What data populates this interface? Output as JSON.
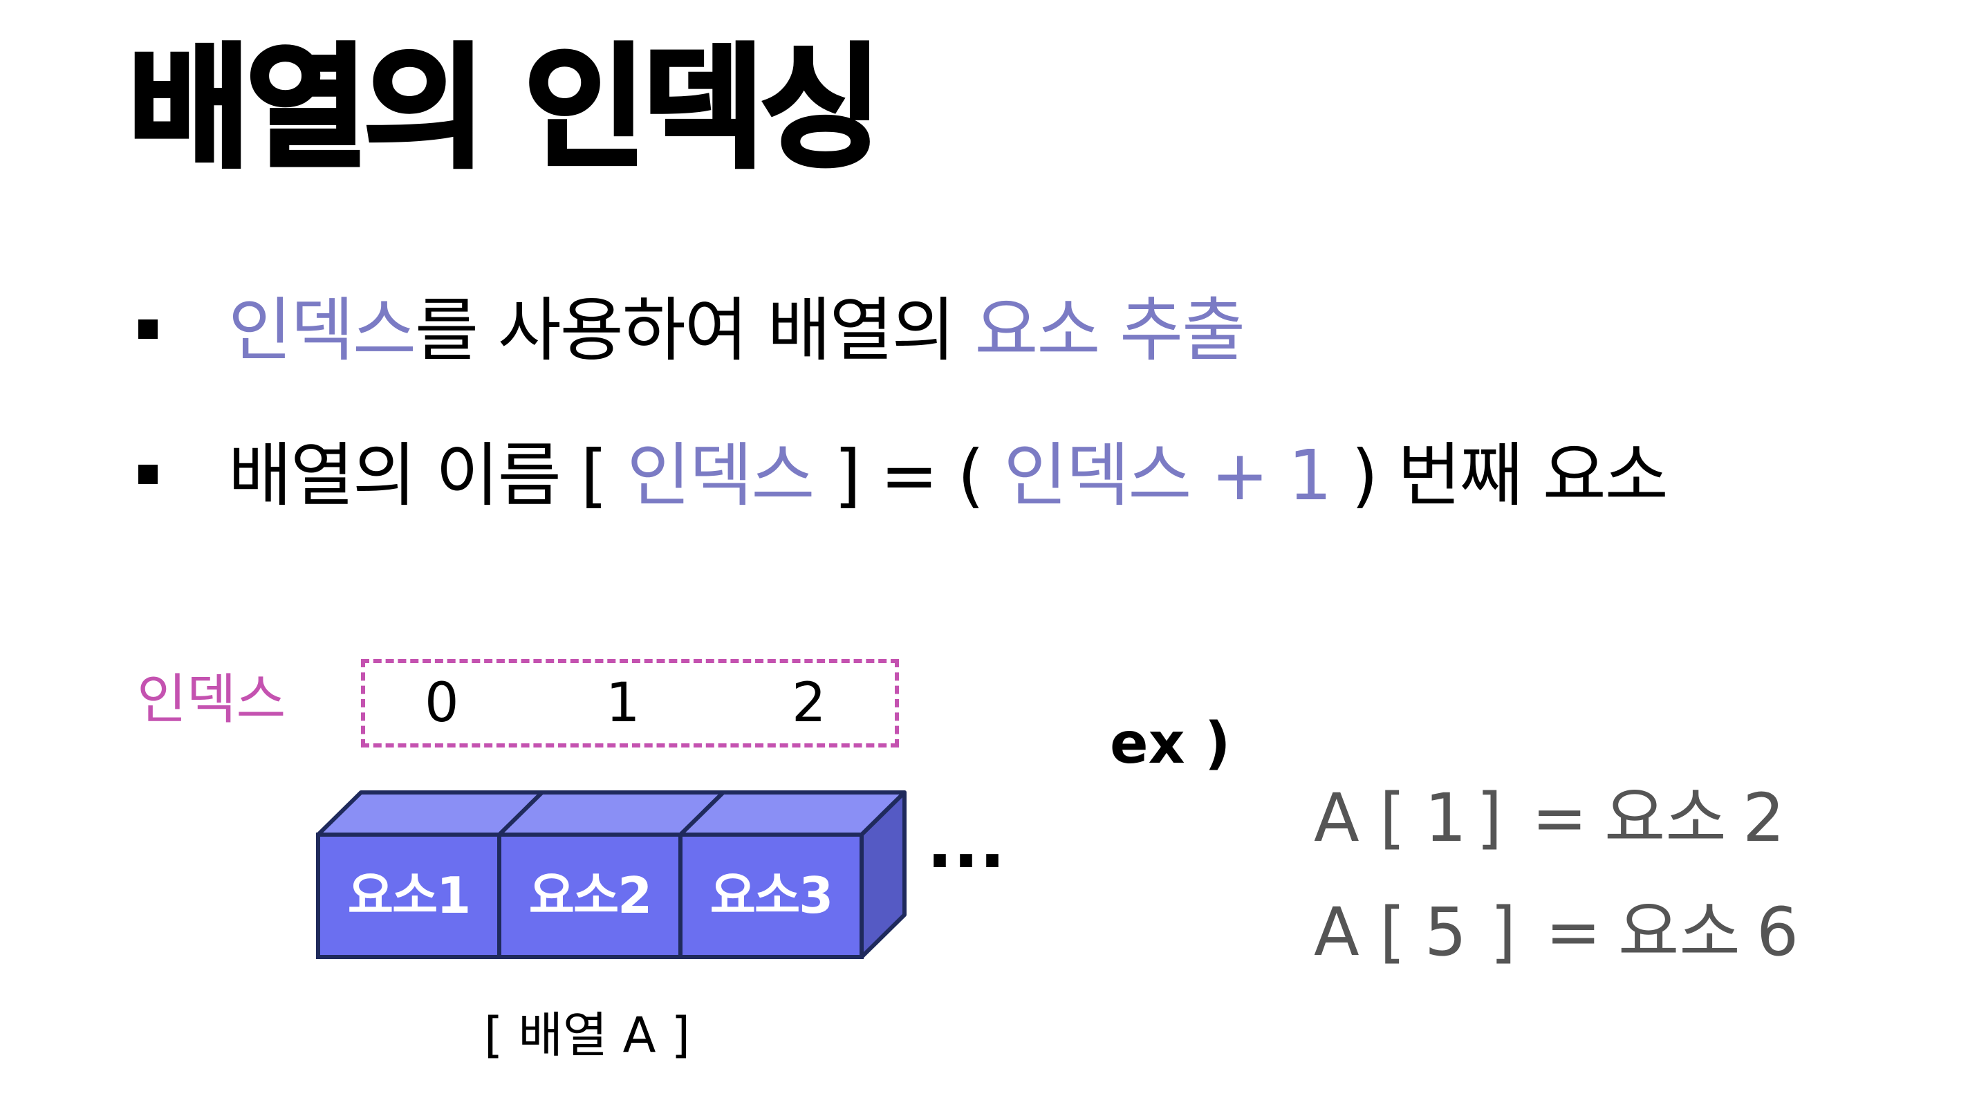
{
  "title": "배열의 인덱싱",
  "bullets": [
    {
      "hl1": "인덱스",
      "text1": "를 사용하여 배열의 ",
      "hl2": "요소 추출"
    },
    {
      "text1": "배열의 이름 [ ",
      "hl1": "인덱스",
      "text2": " ]  =  ( ",
      "hl2": "인덱스 + 1",
      "text3": " ) 번째 요소"
    }
  ],
  "diagram": {
    "index_label": "인덱스",
    "indices": [
      "0",
      "1",
      "2"
    ],
    "cells": [
      "요소1",
      "요소2",
      "요소3"
    ],
    "ellipsis": "...",
    "caption": "[ 배열 A ]",
    "colors": {
      "front": "#6b6ff0",
      "top": "#8a8ff5",
      "side": "#555ac4",
      "stroke": "#1f2a5c",
      "index_accent": "#c452b0"
    }
  },
  "example": {
    "label": "ex )",
    "lines": [
      {
        "a": "A",
        "open": "[",
        "idx": "1",
        "close": "]",
        "eq": "=",
        "elem": "요소",
        "num": "2"
      },
      {
        "a": "A",
        "open": "[",
        "idx": "5",
        "close": "]",
        "eq": "=",
        "elem": "요소",
        "num": "6"
      }
    ]
  }
}
